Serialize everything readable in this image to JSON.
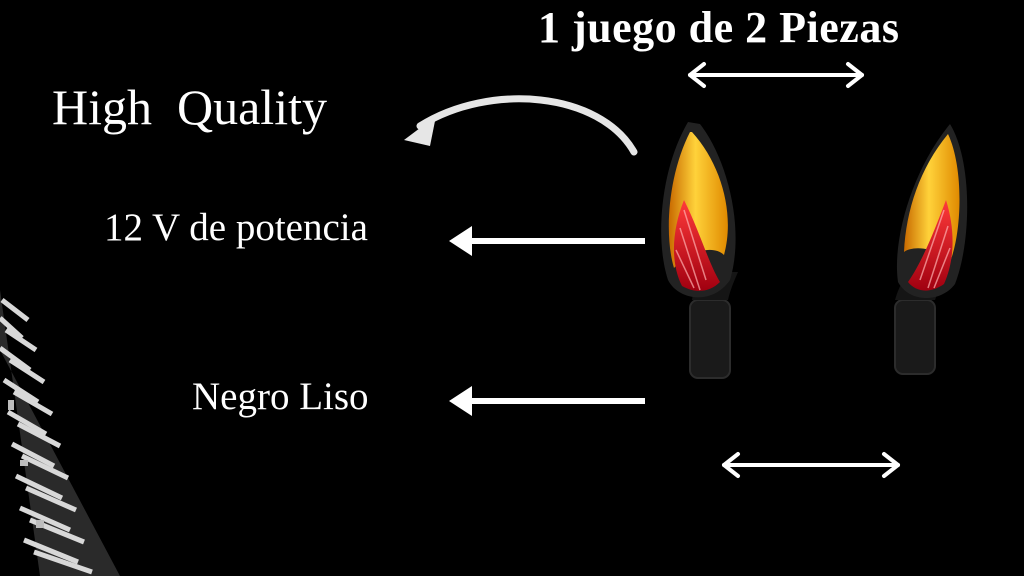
{
  "header": {
    "title": "1 juego de 2 Piezas"
  },
  "features": {
    "quality": "High  Quality",
    "voltage": "12 V de potencia",
    "finish": "Negro Liso"
  },
  "icons": [
    "double-arrow-icon",
    "curved-arrow-icon",
    "left-arrow-icon",
    "tire-tread-icon",
    "turn-signal-light"
  ],
  "colors": {
    "background": "#000000",
    "text": "#ffffff",
    "amber": "#f5a623",
    "red": "#d0101a"
  }
}
